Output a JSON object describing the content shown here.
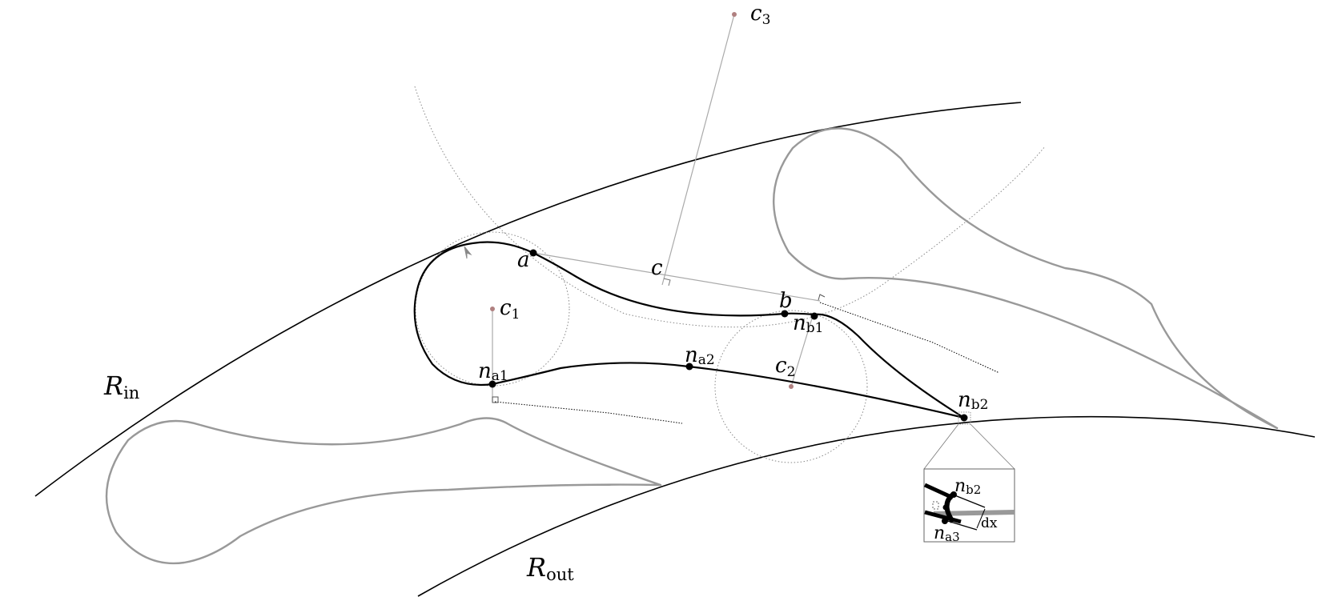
{
  "labels": {
    "r_in": {
      "main": "R",
      "sub": "in"
    },
    "r_out": {
      "main": "R",
      "sub": "out"
    },
    "a": "a",
    "b": "b",
    "c": "c",
    "c1": {
      "main": "c",
      "sub": "1"
    },
    "c2": {
      "main": "c",
      "sub": "2"
    },
    "c3": {
      "main": "c",
      "sub": "3"
    },
    "na1": {
      "main": "n",
      "sub": "a1"
    },
    "na2": {
      "main": "n",
      "sub": "a2"
    },
    "nb1": {
      "main": "n",
      "sub": "b1"
    },
    "nb2": {
      "main": "n",
      "sub": "b2"
    },
    "inset_nb2": {
      "main": "n",
      "sub": "b2"
    },
    "inset_na3": {
      "main": "n",
      "sub": "a3"
    },
    "inset_dx": "dx"
  },
  "colors": {
    "main_curve": "#000000",
    "neighbor_blade": "#999999",
    "construction": "#aaaaaa",
    "center_dot": "#b08080",
    "node": "#000000"
  }
}
